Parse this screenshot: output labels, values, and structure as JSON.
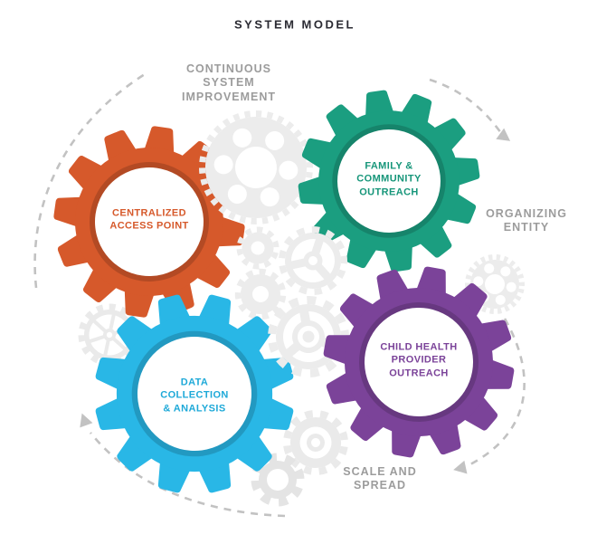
{
  "title": "SYSTEM MODEL",
  "annotations": {
    "continuous_improvement": "CONTINUOUS\nSYSTEM\nIMPROVEMENT",
    "organizing_entity": "ORGANIZING\nENTITY",
    "scale_and_spread": "SCALE AND\nSPREAD"
  },
  "gears": [
    {
      "name": "centralized-access-point",
      "label": "CENTRALIZED\nACCESS POINT",
      "color": "#d6592b"
    },
    {
      "name": "family-community-outreach",
      "label": "FAMILY &\nCOMMUNITY\nOUTREACH",
      "color": "#1b9e80"
    },
    {
      "name": "data-collection-analysis",
      "label": "DATA\nCOLLECTION\n& ANALYSIS",
      "color": "#29b7e6"
    },
    {
      "name": "child-health-provider-outreach",
      "label": "CHILD HEALTH\nPROVIDER\nOUTREACH",
      "color": "#7b4399"
    }
  ],
  "colors": {
    "title_text": "#2b2b33",
    "annotation_text": "#9c9c9c",
    "decorative_gear": "#eaeaea",
    "dashed_arrow": "#c2c2c2",
    "flow_direction": "clockwise"
  }
}
